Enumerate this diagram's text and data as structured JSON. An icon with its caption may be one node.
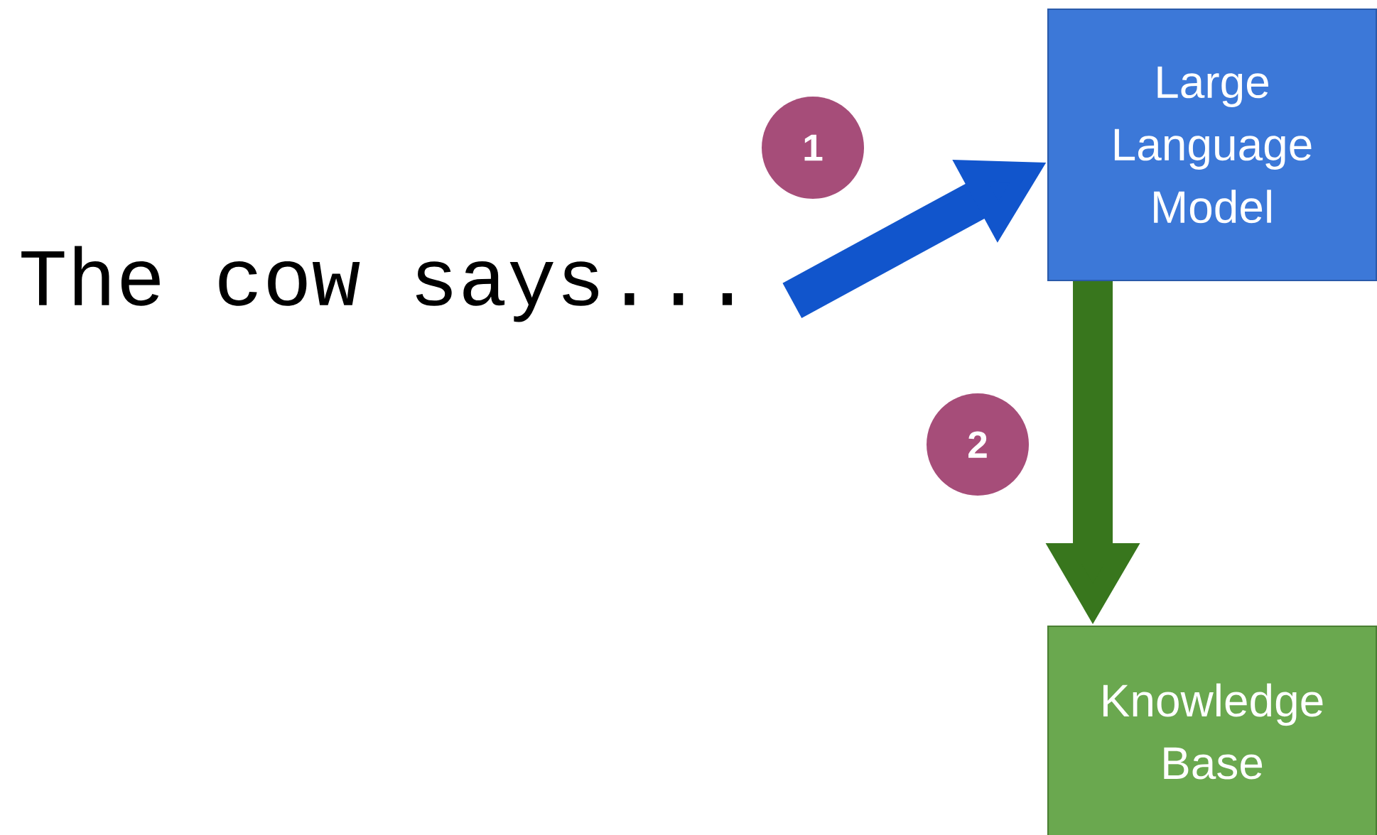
{
  "diagram": {
    "nodes": [
      {
        "text": [
          "The cow says..."
        ]
      },
      {
        "text": [
          "Large Language Model"
        ]
      },
      {
        "text": [
          "Knowledge Base"
        ]
      }
    ],
    "edges": [
      {
        "from": 0,
        "to": 1,
        "arrow": "to",
        "label": "1",
        "color": "#1155cc"
      },
      {
        "from": 1,
        "to": 2,
        "arrow": "to",
        "label": "2",
        "color": "#38761d"
      }
    ]
  }
}
